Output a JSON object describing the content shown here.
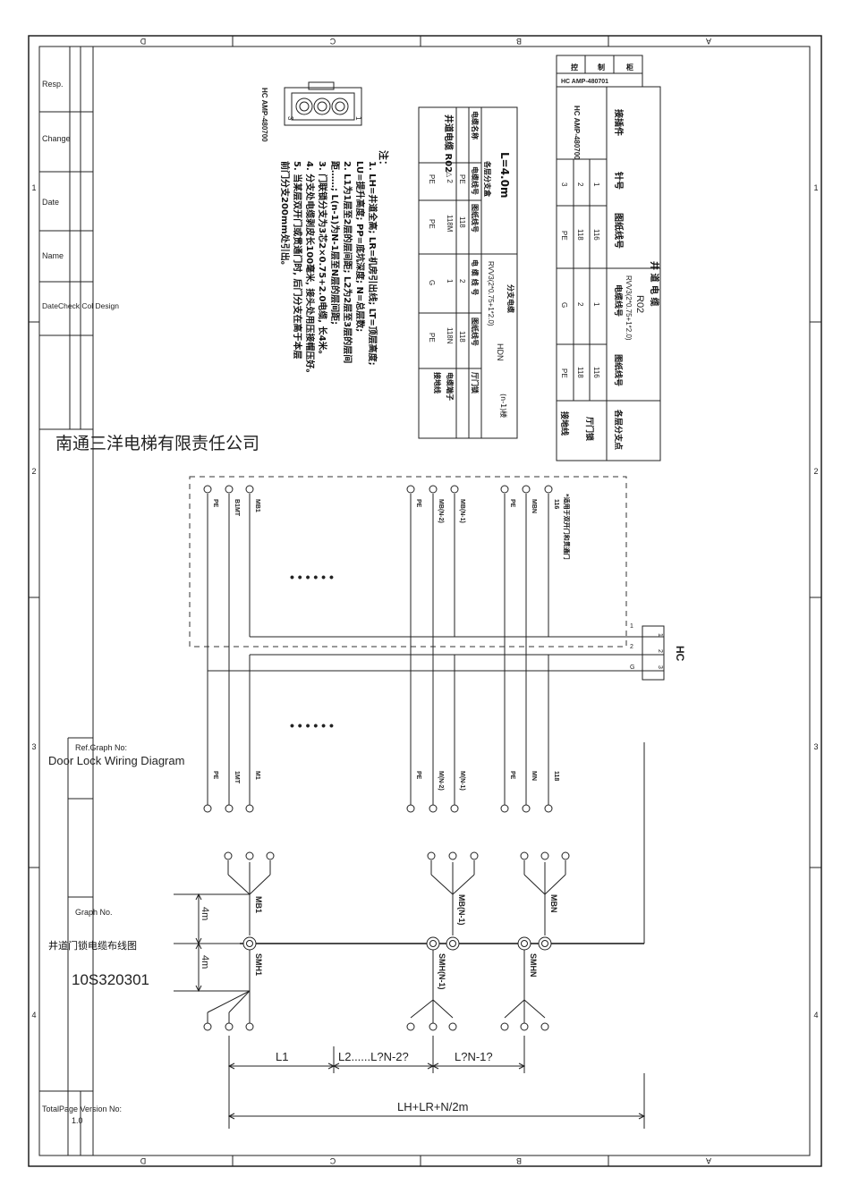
{
  "frame": {
    "top_columns": [
      "D",
      "C",
      "B",
      "A"
    ],
    "bottom_columns": [
      "D",
      "C",
      "B",
      "A"
    ],
    "rows": [
      "1",
      "2",
      "3",
      "4"
    ]
  },
  "title_block": {
    "resp": "Resp.",
    "change": "Change",
    "date": "Date",
    "name": "Name",
    "date_check_col_design": "DateCheck  Col  Design",
    "company": "南通三洋电梯有限责任公司",
    "ref_graph_label": "Ref.Graph  No:",
    "ref_graph_title": "Door Lock Wiring Diagram",
    "graph_no_label": "Graph  No.",
    "graph_title_cn": "井道门锁电缆布线图",
    "graph_number": "10S320301",
    "total_page_version": "TotalPage  Version No:",
    "version": "1.0"
  },
  "connector": {
    "model": "HC AMP-480700",
    "pins": [
      "1",
      "2",
      "3"
    ]
  },
  "notes": {
    "heading": "注：",
    "items": [
      "1. LH=井道全高; LR=机房引出线; LT=顶层高度;",
      "   LU=提升高度; PP=底坑深度; N=总层数;",
      "2. L1为1层至2层的层间距; L2为2层至3层的层间",
      "   距……; L(n-1)为N-1层至N层的层间距;",
      "3. 门联锁分支为3芯2×0.75+2.0电缆, 长4米。",
      "4. 分支处电缆剥皮长100毫米, 接头处用压接帽压好。",
      "5. 当某层双开门或贯通门时, 后门分支在高于本层",
      "   前门分支200mm处引出。"
    ]
  },
  "table_left": {
    "length": "L=4.0m",
    "group_header": "各层分支盒",
    "rows": [
      [
        "电缆名称",
        "电缆线号",
        "图纸线号",
        "电 缆 线 号",
        "图纸线号",
        "厅门锁"
      ],
      [
        "井道电缆 R02",
        "PE",
        "118",
        "2",
        "118",
        "电缆端子"
      ],
      [
        "",
        "△ 2",
        "118M",
        "1",
        "118N",
        "接地线"
      ],
      [
        "",
        "PE",
        "PE",
        "G",
        "PE",
        ""
      ]
    ],
    "branch_header": "分支电缆",
    "branch_spec": "RVV3(2*0.75+1*2.0)",
    "branch_model": "HDN",
    "floor": "(n-1)楼"
  },
  "table_right": {
    "top_cells": [
      "控",
      "制",
      "柜"
    ],
    "top_model": "HC  AMP-480701",
    "connector_col": "接插件",
    "connector_model": "HC AMP-480700",
    "pin_header": "针号",
    "pins": [
      "1",
      "2",
      "3"
    ],
    "drawing_header": "图纸线号",
    "drawing_values": [
      "116",
      "118",
      "PE"
    ],
    "cable_header": "电缆线号",
    "cable_values": [
      "1",
      "2",
      "G"
    ],
    "drawing_values2": [
      "116",
      "118",
      "PE"
    ],
    "hoistway_cable": "井 道 电 缆",
    "hoistway_id": "R02",
    "hoistway_spec": "RVV3(2*0.75+1*2.0)",
    "bottom_cells": [
      "接地线",
      "厅门锁",
      "各层分支点"
    ]
  },
  "upper_wiring": {
    "note": "*适用于双开门和贯通门",
    "group1": [
      "PE",
      "B1MT",
      "MB1"
    ],
    "group2": [
      "PE",
      "MB(N-2)",
      "MB(N-1)"
    ],
    "group3": [
      "PE",
      "MBN",
      "116"
    ],
    "ellipsis": "• • • • • •",
    "connector_label": "HC",
    "connector_pins": [
      "1",
      "2",
      "3"
    ],
    "side_labels": [
      "1",
      "2",
      "G"
    ]
  },
  "lower_wiring": {
    "group1": [
      "PE",
      "1MT",
      "M1"
    ],
    "group2": [
      "PE",
      "M(N-2)",
      "M(N-1)"
    ],
    "group3": [
      "PE",
      "MN",
      "118"
    ],
    "ellipsis": "• • • • • •"
  },
  "branches": {
    "top": [
      "MB1",
      "MB(N-1)",
      "MBN"
    ],
    "bottom": [
      "SMH1",
      "SMH(N-1)",
      "SMHN"
    ],
    "dim_top": "4m",
    "dim_bottom": "4m",
    "spans": [
      "L1",
      "L2......L?N-2?",
      "L?N-1?"
    ],
    "total": "LH+LR+N/2m"
  }
}
